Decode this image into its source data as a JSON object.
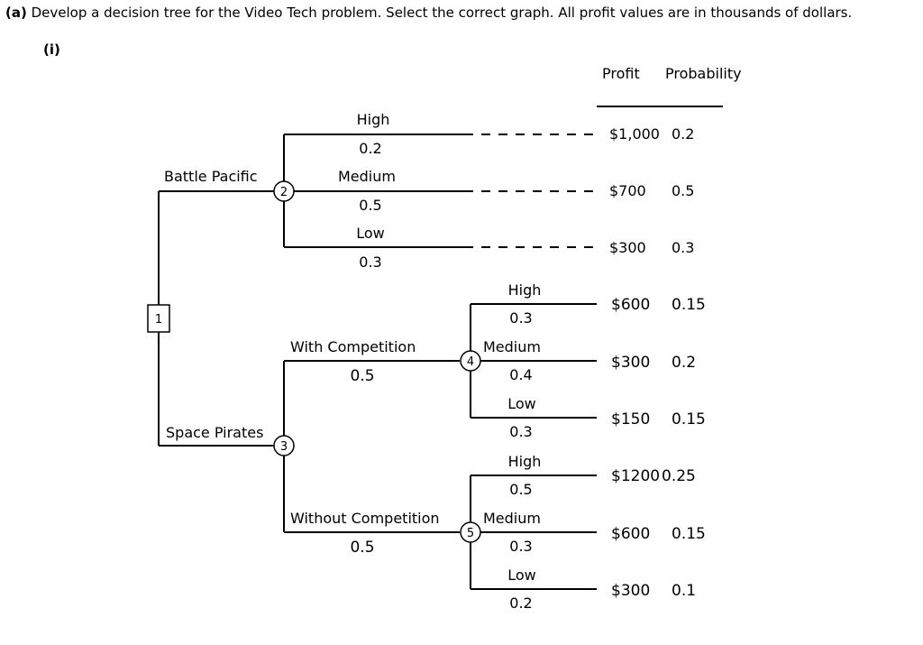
{
  "question": {
    "label": "(a)",
    "text": "Develop a decision tree for the Video Tech problem. Select the correct graph. All profit values are in thousands of dollars."
  },
  "part_label": "(i)",
  "headers": {
    "profit": "Profit",
    "probability": "Probability"
  },
  "nodes": {
    "decision": "1",
    "battle_chance": "2",
    "space_chance": "3",
    "with_comp_chance": "4",
    "without_comp_chance": "5"
  },
  "decisions": {
    "battle": "Battle Pacific",
    "space": "Space Pirates"
  },
  "competition": {
    "with_label": "With Competition",
    "with_prob": "0.5",
    "without_label": "Without Competition",
    "without_prob": "0.5"
  },
  "battle_outcomes": [
    {
      "label": "High",
      "prob": "0.2",
      "profit": "$1,000",
      "probability": "0.2"
    },
    {
      "label": "Medium",
      "prob": "0.5",
      "profit": "$700",
      "probability": "0.5"
    },
    {
      "label": "Low",
      "prob": "0.3",
      "profit": "$300",
      "probability": "0.3"
    }
  ],
  "with_comp_outcomes": [
    {
      "label": "High",
      "prob": "0.3",
      "profit": "$600",
      "probability": "0.15"
    },
    {
      "label": "Medium",
      "prob": "0.4",
      "profit": "$300",
      "probability": "0.2"
    },
    {
      "label": "Low",
      "prob": "0.3",
      "profit": "$150",
      "probability": "0.15"
    }
  ],
  "without_comp_outcomes": [
    {
      "label": "High",
      "prob": "0.5",
      "profit": "$1200",
      "probability": "0.25"
    },
    {
      "label": "Medium",
      "prob": "0.3",
      "profit": "$600",
      "probability": "0.15"
    },
    {
      "label": "Low",
      "prob": "0.2",
      "profit": "$300",
      "probability": "0.1"
    }
  ]
}
